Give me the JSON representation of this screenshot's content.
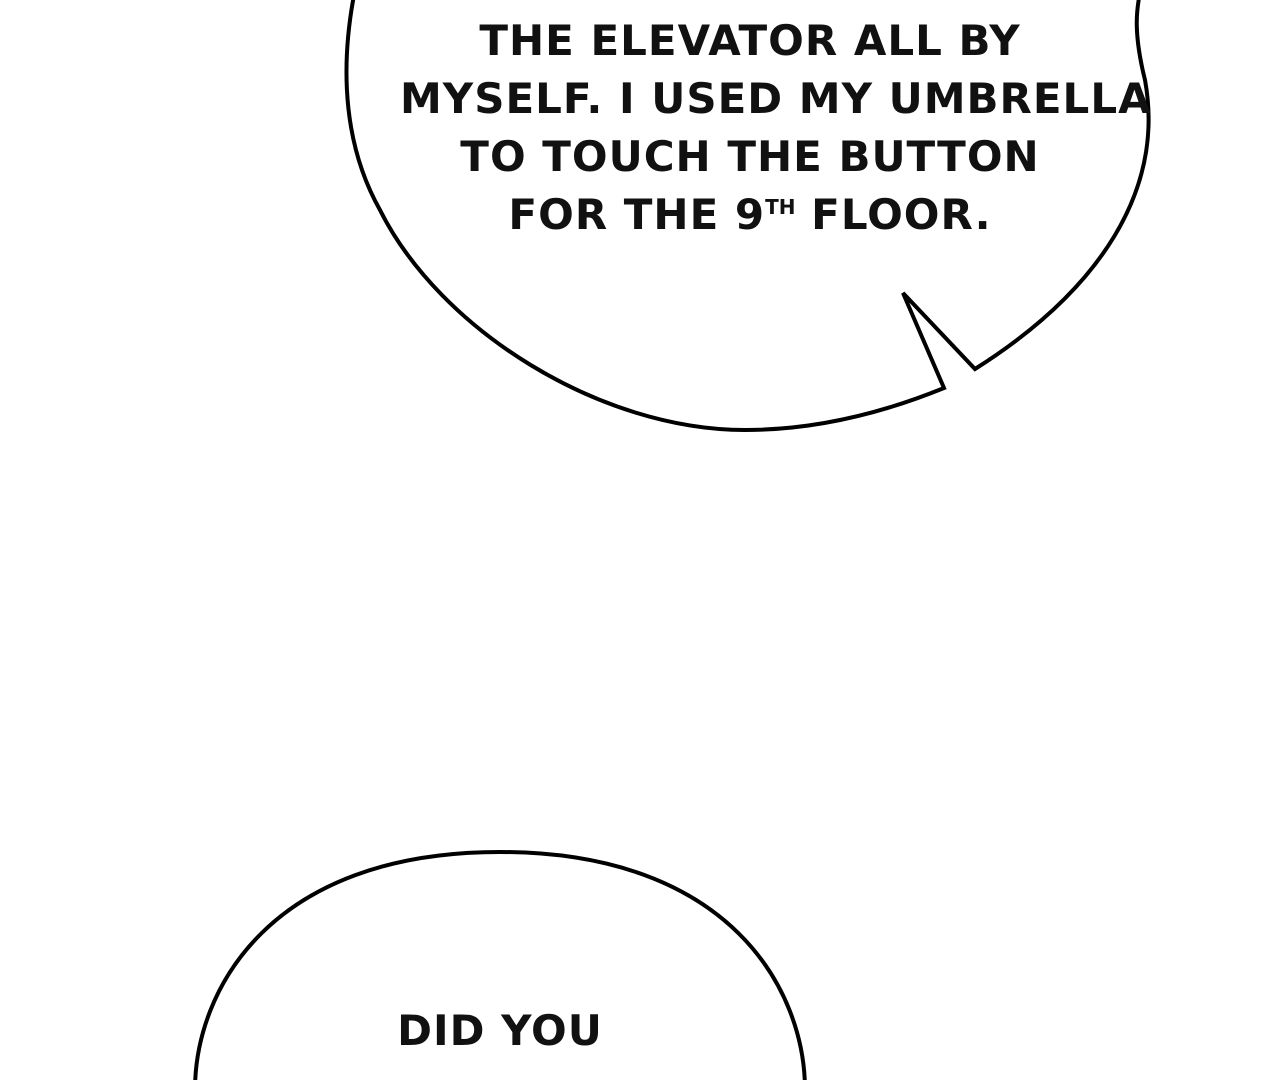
{
  "bubble_top": {
    "line1": "THE ELEVATOR ALL BY",
    "line2": "MYSELF. I USED MY UMBRELLA",
    "line3": "TO TOUCH THE BUTTON",
    "line4_pre": "FOR THE 9",
    "line4_sup": "TH",
    "line4_post": " FLOOR."
  },
  "bubble_bottom": {
    "line1": "DID YOU"
  },
  "colors": {
    "background": "#ffffff",
    "outline": "#000000",
    "text": "#111111"
  }
}
